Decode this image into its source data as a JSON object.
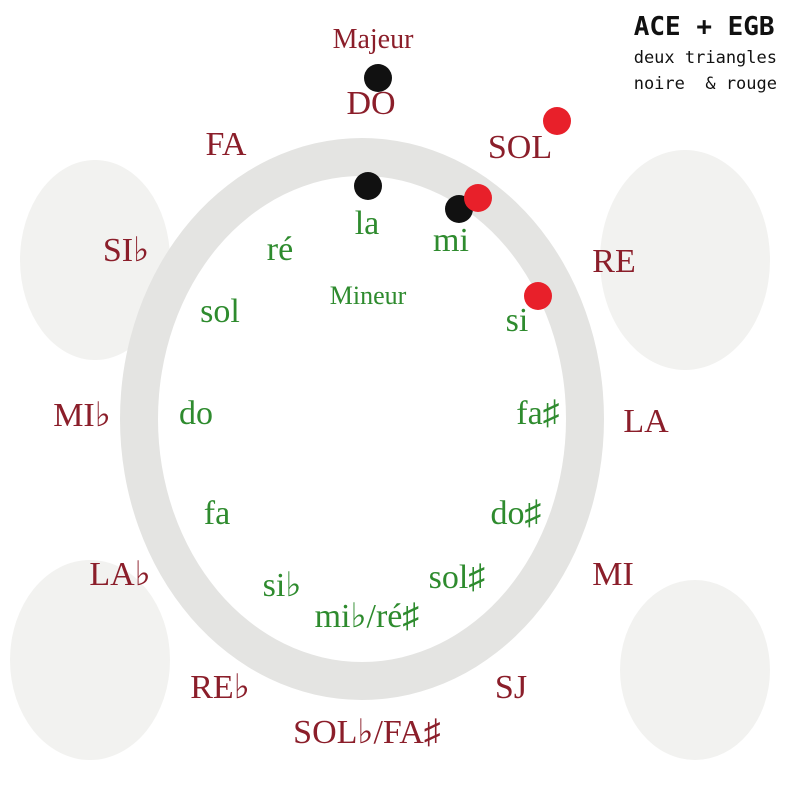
{
  "note": {
    "title": "ACE + EGB",
    "line1": "deux triangles",
    "line2": "noire  & rouge"
  },
  "labels": {
    "major_title": "Majeur",
    "minor_title": "Mineur"
  },
  "major_keys": [
    "DO",
    "SOL",
    "RE",
    "LA",
    "MI",
    "SJ",
    "SOL♭/FA♯",
    "RE♭",
    "LA♭",
    "MI♭",
    "SI♭",
    "FA"
  ],
  "minor_keys": [
    "la",
    "mi",
    "si",
    "fa♯",
    "do♯",
    "sol♯",
    "mi♭/ré♯",
    "si♭",
    "fa",
    "do",
    "sol",
    "ré"
  ],
  "colors": {
    "major": "#8b1e2a",
    "minor": "#2e8b2e",
    "black_triangle": "#111111",
    "red_triangle": "#e8202a",
    "ring": "#e4e4e2"
  }
}
